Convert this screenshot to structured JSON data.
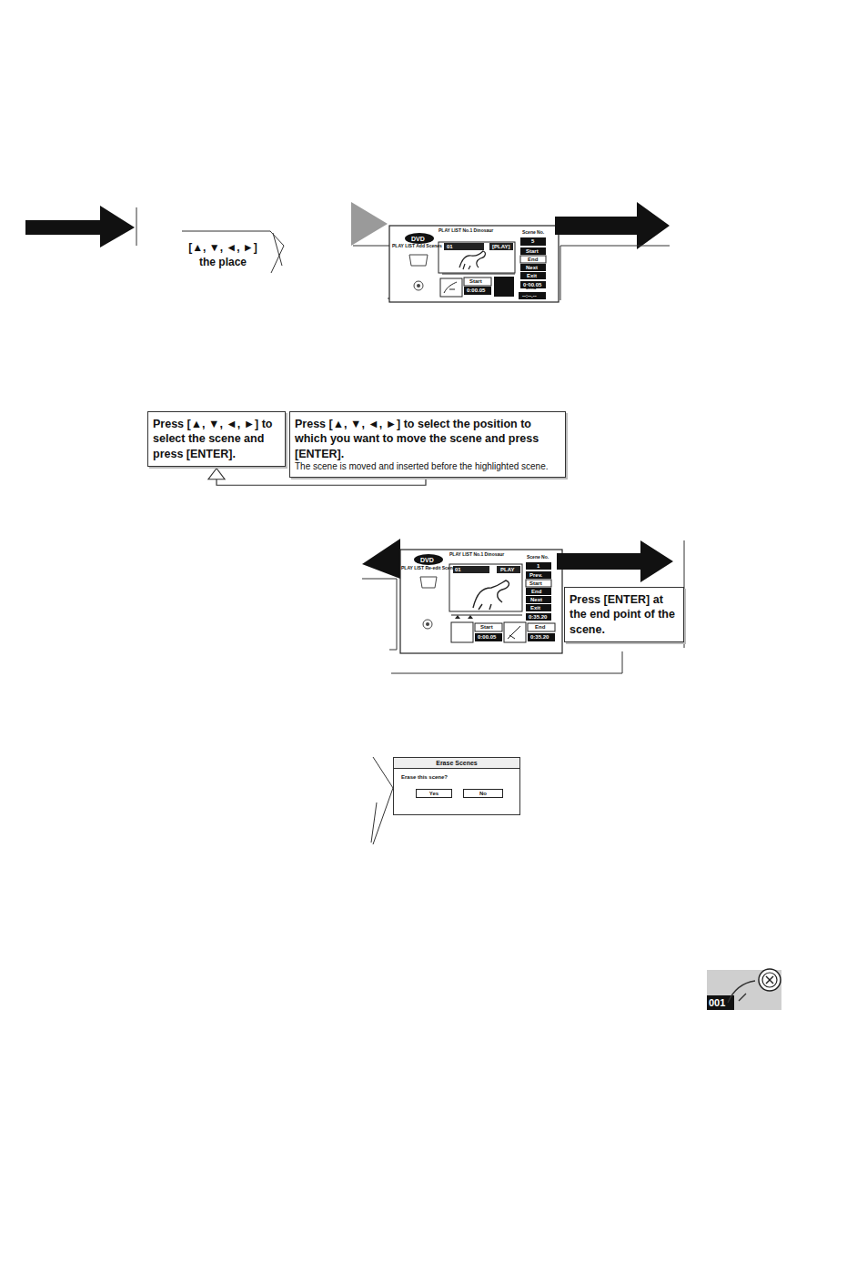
{
  "diagram": {
    "nodes": [
      {
        "text": [
          "[▲, ▼, ◄, ►] the place"
        ]
      },
      {
        "text": [
          "Press [▲, ▼, ◄, ►] to select the scene and press [ENTER]."
        ]
      },
      {
        "text": [
          "Press [▲, ▼, ◄, ►] to select the position to which you want to move the scene and press [ENTER].",
          "The scene is moved and inserted before the highlighted scene."
        ]
      },
      {
        "text": [
          "Press [ENTER] at the end point of the scene."
        ]
      },
      {
        "text": [
          "Erase Scenes",
          "Erase this scene?"
        ]
      },
      {
        "text": [
          "Yes"
        ],
        "in": 4
      },
      {
        "text": [
          "No"
        ],
        "in": 4
      }
    ],
    "edges": [
      {
        "from": 2,
        "to": 1,
        "arrow": "to"
      }
    ],
    "labels": [
      "DVD",
      "PLAY LIST No.1 Dinosaur",
      "PLAY LIST Add Scenes",
      "01",
      "[PLAY]",
      "Scene No.",
      "5",
      "Start",
      "End",
      "Next",
      "Exit",
      "0:00.05",
      "Start",
      "0:00.05",
      "End",
      "--:--.--",
      "DVD",
      "PLAY LIST No.1 Dinosaur",
      "PLAY LIST Re-edit Scenes",
      "01",
      "PLAY",
      "Scene No.",
      "1",
      "Prev.",
      "Start",
      "End",
      "Next",
      "Exit",
      "0:35.20",
      "Start",
      "0:00.05",
      "End",
      "0:35.20",
      "001"
    ]
  }
}
